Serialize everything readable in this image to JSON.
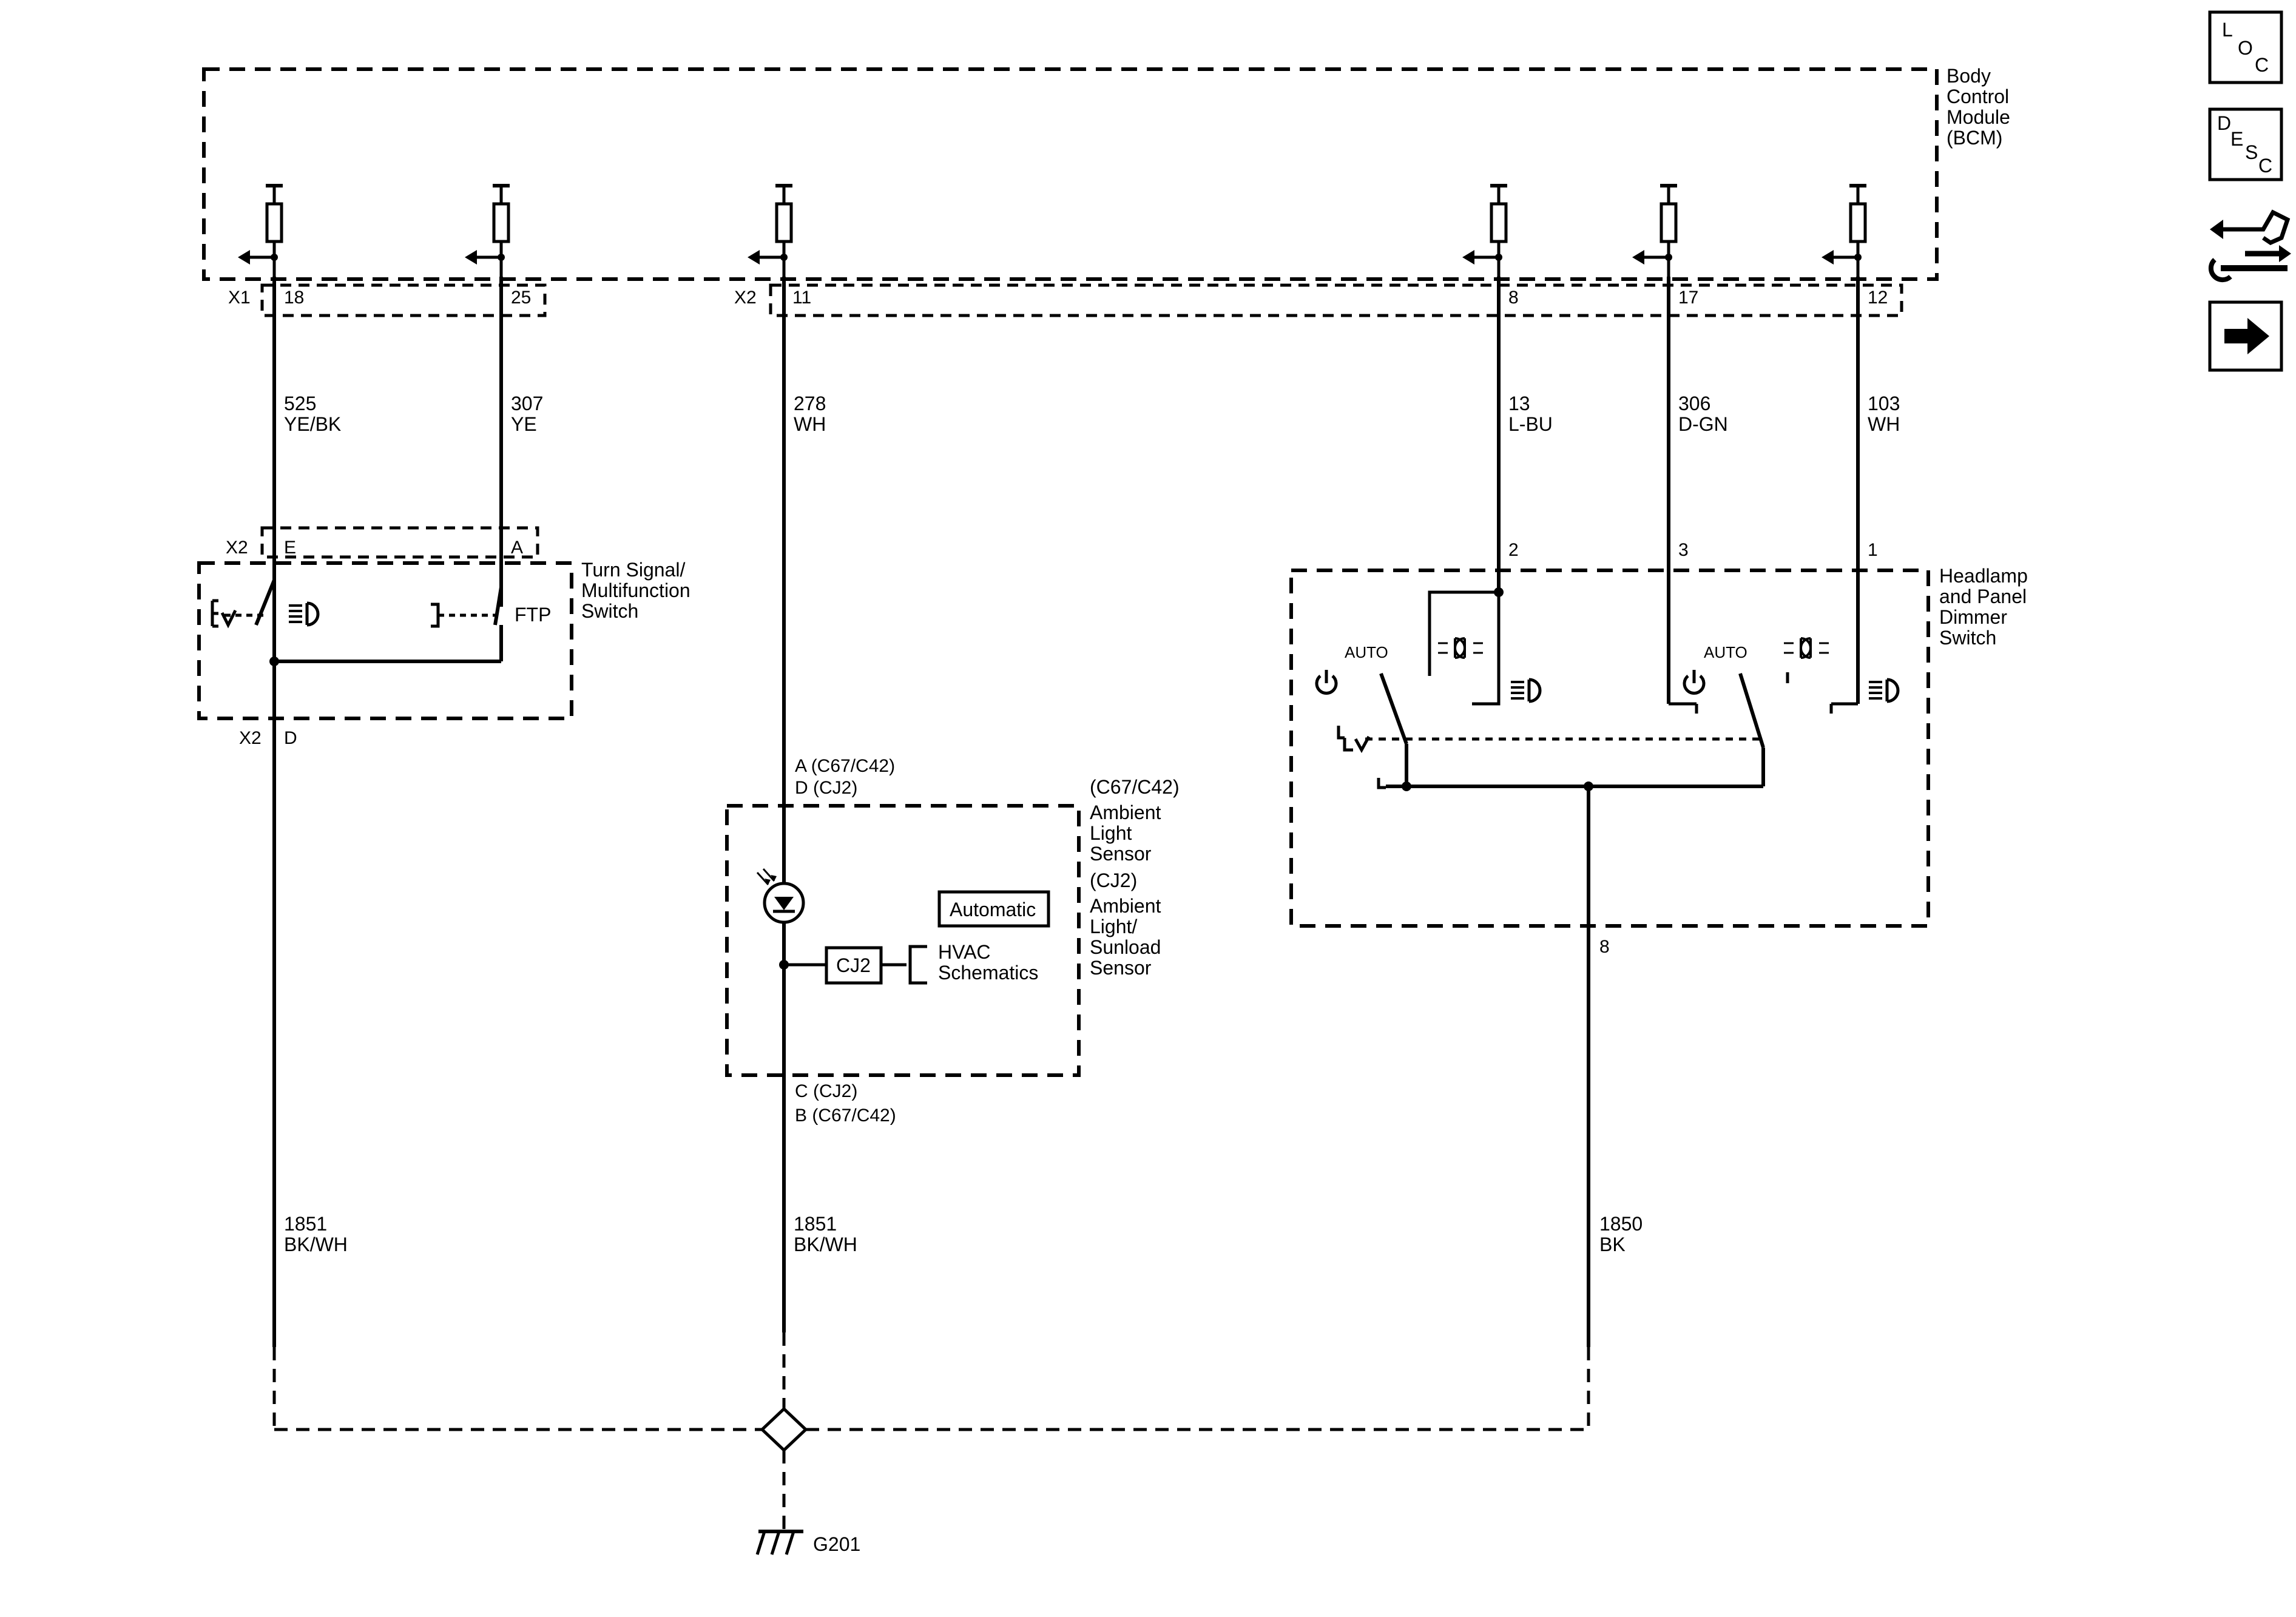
{
  "nav": {
    "loc": {
      "l": "L",
      "o": "O",
      "c": "C"
    },
    "desc": {
      "d": "D",
      "e": "E",
      "s": "S",
      "c": "C"
    }
  },
  "bcm": {
    "title": [
      "Body",
      "Control",
      "Module",
      "(BCM)"
    ],
    "connectors": {
      "x1": "X1",
      "x2": "X2"
    },
    "pins": [
      "18",
      "25",
      "11",
      "8",
      "17",
      "12"
    ]
  },
  "wires": [
    {
      "circuit": "525",
      "color": "YE/BK"
    },
    {
      "circuit": "307",
      "color": "YE"
    },
    {
      "circuit": "278",
      "color": "WH"
    },
    {
      "circuit": "13",
      "color": "L-BU"
    },
    {
      "circuit": "306",
      "color": "D-GN"
    },
    {
      "circuit": "103",
      "color": "WH"
    }
  ],
  "turn_signal_switch": {
    "title": [
      "Turn Signal/",
      "Multifunction",
      "Switch"
    ],
    "connector_top": "X2",
    "pin_e": "E",
    "pin_a": "A",
    "ftp": "FTP",
    "connector_bottom": "X2",
    "pin_d": "D"
  },
  "ambient_sensor": {
    "top_pins": [
      "A (C67/C42)",
      "D (CJ2)"
    ],
    "label1": [
      "(C67/C42)",
      "Ambient",
      "Light",
      "Sensor"
    ],
    "label2": [
      "(CJ2)",
      "Ambient",
      "Light/",
      "Sunload",
      "Sensor"
    ],
    "automatic": "Automatic",
    "cj2": "CJ2",
    "hvac": [
      "HVAC",
      "Schematics"
    ],
    "bottom_pins": [
      "C (CJ2)",
      "B (C67/C42)"
    ]
  },
  "headlamp_switch": {
    "title": [
      "Headlamp",
      "and Panel",
      "Dimmer",
      "Switch"
    ],
    "pins": [
      "2",
      "3",
      "1"
    ],
    "auto_left": "AUTO",
    "auto_right": "AUTO",
    "ground_pin": "8"
  },
  "ground_wires": [
    {
      "circuit": "1851",
      "color": "BK/WH"
    },
    {
      "circuit": "1851",
      "color": "BK/WH"
    },
    {
      "circuit": "1850",
      "color": "BK"
    }
  ],
  "ground": {
    "label": "G201"
  }
}
